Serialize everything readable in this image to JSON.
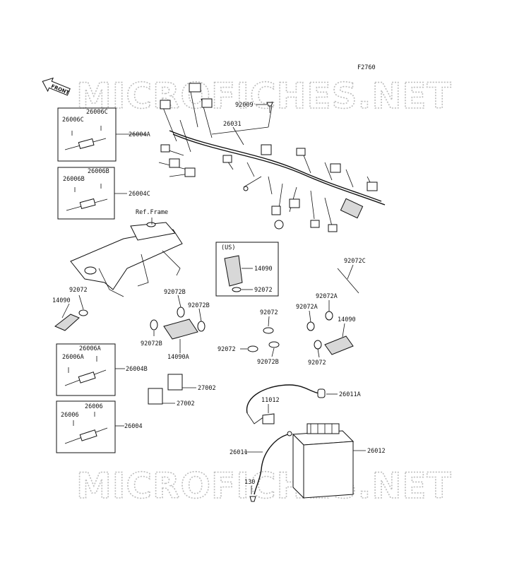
{
  "figure_code": "F2760",
  "front_label": "FRONT",
  "watermark_text": "MICROFICHES.NET",
  "ref_frame": "Ref.Frame",
  "us_label": "(US)",
  "labels": {
    "p92009": "92009",
    "p26031": "26031",
    "p26004A": "26004A",
    "p26006C_a": "26006C",
    "p26006C_b": "26006C",
    "p26004C": "26004C",
    "p26006B_a": "26006B",
    "p26006B_b": "26006B",
    "p14090_us": "14090",
    "p92072_us": "92072",
    "p92072C": "92072C",
    "p92072_l": "92072",
    "p14090_l": "14090",
    "p92072B_a": "92072B",
    "p92072B_b": "92072B",
    "p92072B_c": "92072B",
    "p14090A": "14090A",
    "p92072_m1": "92072",
    "p92072_m2": "92072",
    "p92072B_m": "92072B",
    "p92072A_a": "92072A",
    "p92072A_b": "92072A",
    "p14090_r": "14090",
    "p92072_r": "92072",
    "p26006A_a": "26006A",
    "p26006A_b": "26006A",
    "p26004B": "26004B",
    "p27002_a": "27002",
    "p27002_b": "27002",
    "p26006_a": "26006",
    "p26006_b": "26006",
    "p26004": "26004",
    "p26011A": "26011A",
    "p11012": "11012",
    "p26011": "26011",
    "p26012": "26012",
    "p130": "130"
  }
}
